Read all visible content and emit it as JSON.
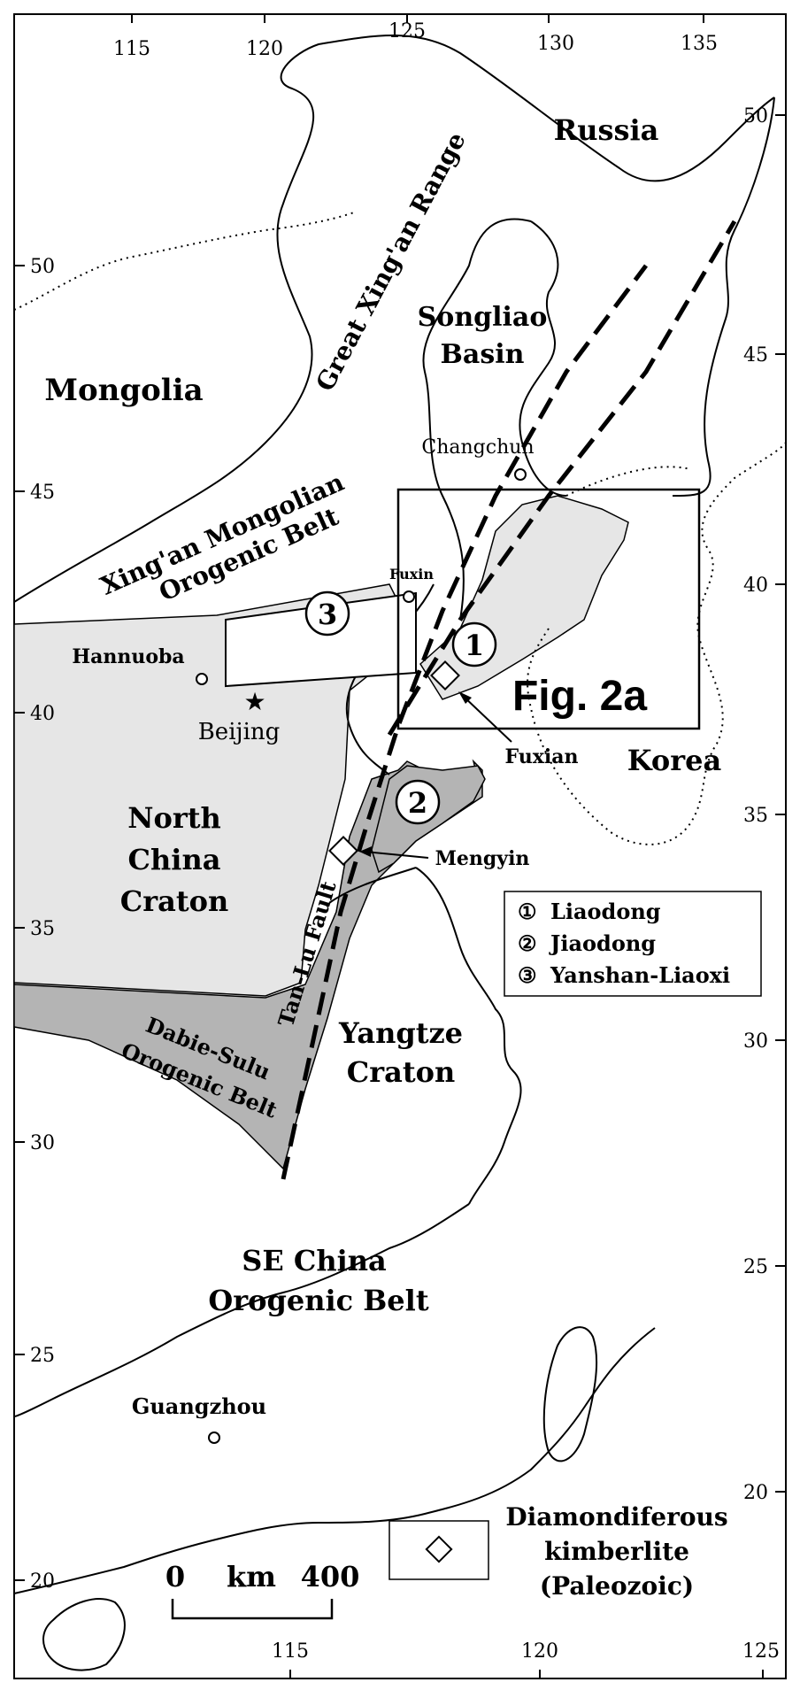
{
  "map": {
    "top_ticks": [
      "115",
      "120",
      "125",
      "130",
      "135"
    ],
    "right_ticks": [
      "50",
      "45",
      "40",
      "35",
      "30",
      "25",
      "20"
    ],
    "left_ticks": [
      "50",
      "45",
      "40",
      "35",
      "30",
      "25",
      "20"
    ],
    "bottom_ticks": [
      "115",
      "120",
      "125"
    ],
    "regions": {
      "russia": "Russia",
      "mongolia": "Mongolia",
      "great_xingan": "Great Xing'an Range",
      "xingan_belt_1": "Xing'an Mongolian",
      "xingan_belt_2": "Orogenic Belt",
      "songliao_1": "Songliao",
      "songliao_2": "Basin",
      "ncc_1": "North",
      "ncc_2": "China",
      "ncc_3": "Craton",
      "dabie_1": "Dabie-Sulu",
      "dabie_2": "Orogenic Belt",
      "tanlu": "Tan-Lu Fault",
      "yangtze_1": "Yangtze",
      "yangtze_2": "Craton",
      "sechina_1": "SE China",
      "sechina_2": "Orogenic Belt",
      "korea": "Korea"
    },
    "places": {
      "changchun": "Changchun",
      "fuxin": "Fuxin",
      "hannuoba": "Hannuoba",
      "beijing": "Beijing",
      "fuxian": "Fuxian",
      "mengyin": "Mengyin",
      "guangzhou": "Guangzhou"
    },
    "fig_label": "Fig. 2a",
    "circled_numbers": [
      "1",
      "2",
      "3"
    ],
    "legend": {
      "items": [
        {
          "num": "①",
          "name": "Liaodong"
        },
        {
          "num": "②",
          "name": "Jiaodong"
        },
        {
          "num": "③",
          "name": "Yanshan-Liaoxi"
        }
      ]
    },
    "scale": {
      "zero": "0",
      "unit": "km",
      "max": "400"
    },
    "kimberlite_legend": [
      "Diamondiferous",
      "kimberlite",
      "(Paleozoic)"
    ],
    "colors": {
      "craton_fill": "#e6e6e6",
      "orogen_fill": "#b4b4b4",
      "ink": "#000000"
    }
  }
}
